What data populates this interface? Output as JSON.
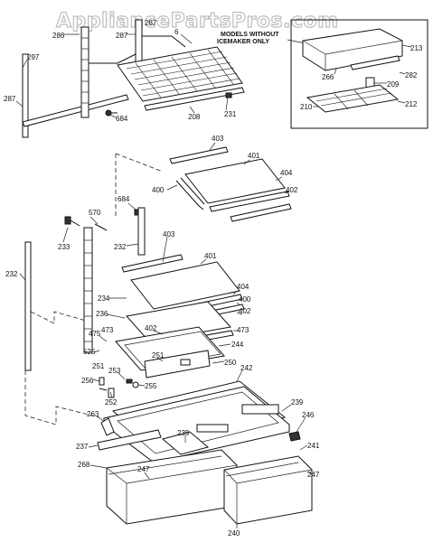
{
  "watermark": "AppliancePartsPros.com",
  "inset_note": [
    "MODELS WITHOUT",
    "ICEMAKER ONLY"
  ],
  "callouts": [
    {
      "id": "c-286-top",
      "text": "286"
    },
    {
      "id": "c-287a",
      "text": "287"
    },
    {
      "id": "c-287b",
      "text": "287"
    },
    {
      "id": "c-6",
      "text": "6"
    },
    {
      "id": "c-297",
      "text": "297"
    },
    {
      "id": "c-287c",
      "text": "287"
    },
    {
      "id": "c-684a",
      "text": "684"
    },
    {
      "id": "c-208",
      "text": "208"
    },
    {
      "id": "c-231",
      "text": "231"
    },
    {
      "id": "c-213",
      "text": "213"
    },
    {
      "id": "c-266",
      "text": "266"
    },
    {
      "id": "c-282",
      "text": "282"
    },
    {
      "id": "c-209",
      "text": "209"
    },
    {
      "id": "c-212",
      "text": "212"
    },
    {
      "id": "c-210",
      "text": "210"
    },
    {
      "id": "c-403a",
      "text": "403"
    },
    {
      "id": "c-401a",
      "text": "401"
    },
    {
      "id": "c-404a",
      "text": "404"
    },
    {
      "id": "c-400a",
      "text": "400"
    },
    {
      "id": "c-402a",
      "text": "402"
    },
    {
      "id": "c-684b",
      "text": "684"
    },
    {
      "id": "c-570",
      "text": "570"
    },
    {
      "id": "c-233",
      "text": "233"
    },
    {
      "id": "c-232a",
      "text": "232"
    },
    {
      "id": "c-403b",
      "text": "403"
    },
    {
      "id": "c-401b",
      "text": "401"
    },
    {
      "id": "c-232b",
      "text": "232"
    },
    {
      "id": "c-404b",
      "text": "404"
    },
    {
      "id": "c-234",
      "text": "234"
    },
    {
      "id": "c-400b",
      "text": "400"
    },
    {
      "id": "c-402b",
      "text": "402"
    },
    {
      "id": "c-236",
      "text": "236"
    },
    {
      "id": "c-402c",
      "text": "402"
    },
    {
      "id": "c-473a",
      "text": "473"
    },
    {
      "id": "c-475",
      "text": "475"
    },
    {
      "id": "c-473b",
      "text": "473"
    },
    {
      "id": "c-525",
      "text": "525"
    },
    {
      "id": "c-244",
      "text": "244"
    },
    {
      "id": "c-251a",
      "text": "251"
    },
    {
      "id": "c-250",
      "text": "250"
    },
    {
      "id": "c-251b",
      "text": "251"
    },
    {
      "id": "c-253",
      "text": "253"
    },
    {
      "id": "c-252",
      "text": "252"
    },
    {
      "id": "c-242",
      "text": "242"
    },
    {
      "id": "c-256",
      "text": "256"
    },
    {
      "id": "c-255",
      "text": "255"
    },
    {
      "id": "c-239a",
      "text": "239"
    },
    {
      "id": "c-263",
      "text": "263"
    },
    {
      "id": "c-246",
      "text": "246"
    },
    {
      "id": "c-237",
      "text": "237"
    },
    {
      "id": "c-239b",
      "text": "239"
    },
    {
      "id": "c-241",
      "text": "241"
    },
    {
      "id": "c-268",
      "text": "268"
    },
    {
      "id": "c-247a",
      "text": "247"
    },
    {
      "id": "c-247b",
      "text": "247"
    },
    {
      "id": "c-240",
      "text": "240"
    }
  ]
}
